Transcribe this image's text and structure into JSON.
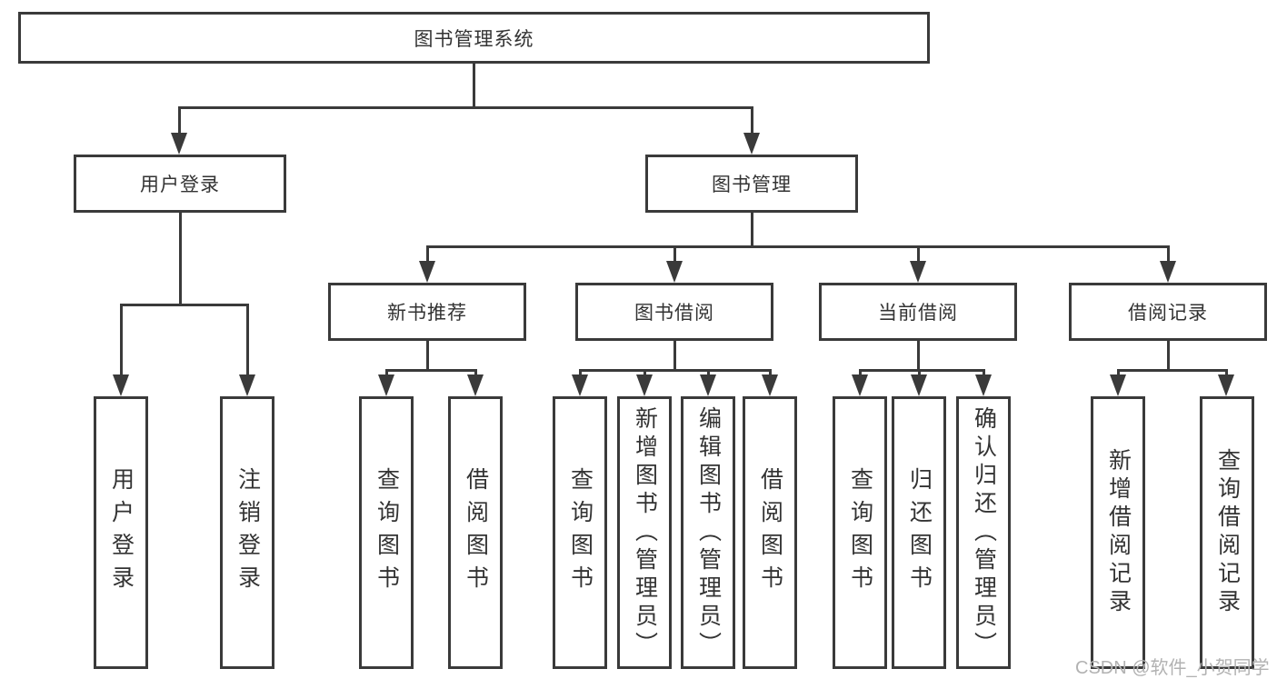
{
  "colors": {
    "line": "#3a3a3a",
    "text": "#333333",
    "background": "#ffffff",
    "watermark": "#b2b2b2"
  },
  "watermark": {
    "text": "CSDN @软件_小贺同学"
  },
  "tree": {
    "root": {
      "label": "图书管理系统"
    },
    "branches": [
      {
        "label": "用户登录",
        "children": [
          {
            "label": "用户登录"
          },
          {
            "label": "注销登录"
          }
        ]
      },
      {
        "label": "图书管理",
        "children": [
          {
            "label": "新书推荐",
            "children": [
              {
                "label": "查询图书"
              },
              {
                "label": "借阅图书"
              }
            ]
          },
          {
            "label": "图书借阅",
            "children": [
              {
                "label": "查询图书"
              },
              {
                "label": "新增图书（管理员）"
              },
              {
                "label": "编辑图书（管理员）"
              },
              {
                "label": "借阅图书"
              }
            ]
          },
          {
            "label": "当前借阅",
            "children": [
              {
                "label": "查询图书"
              },
              {
                "label": "归还图书"
              },
              {
                "label": "确认归还（管理员）"
              }
            ]
          },
          {
            "label": "借阅记录",
            "children": [
              {
                "label": "新增借阅记录"
              },
              {
                "label": "查询借阅记录"
              }
            ]
          }
        ]
      }
    ]
  }
}
